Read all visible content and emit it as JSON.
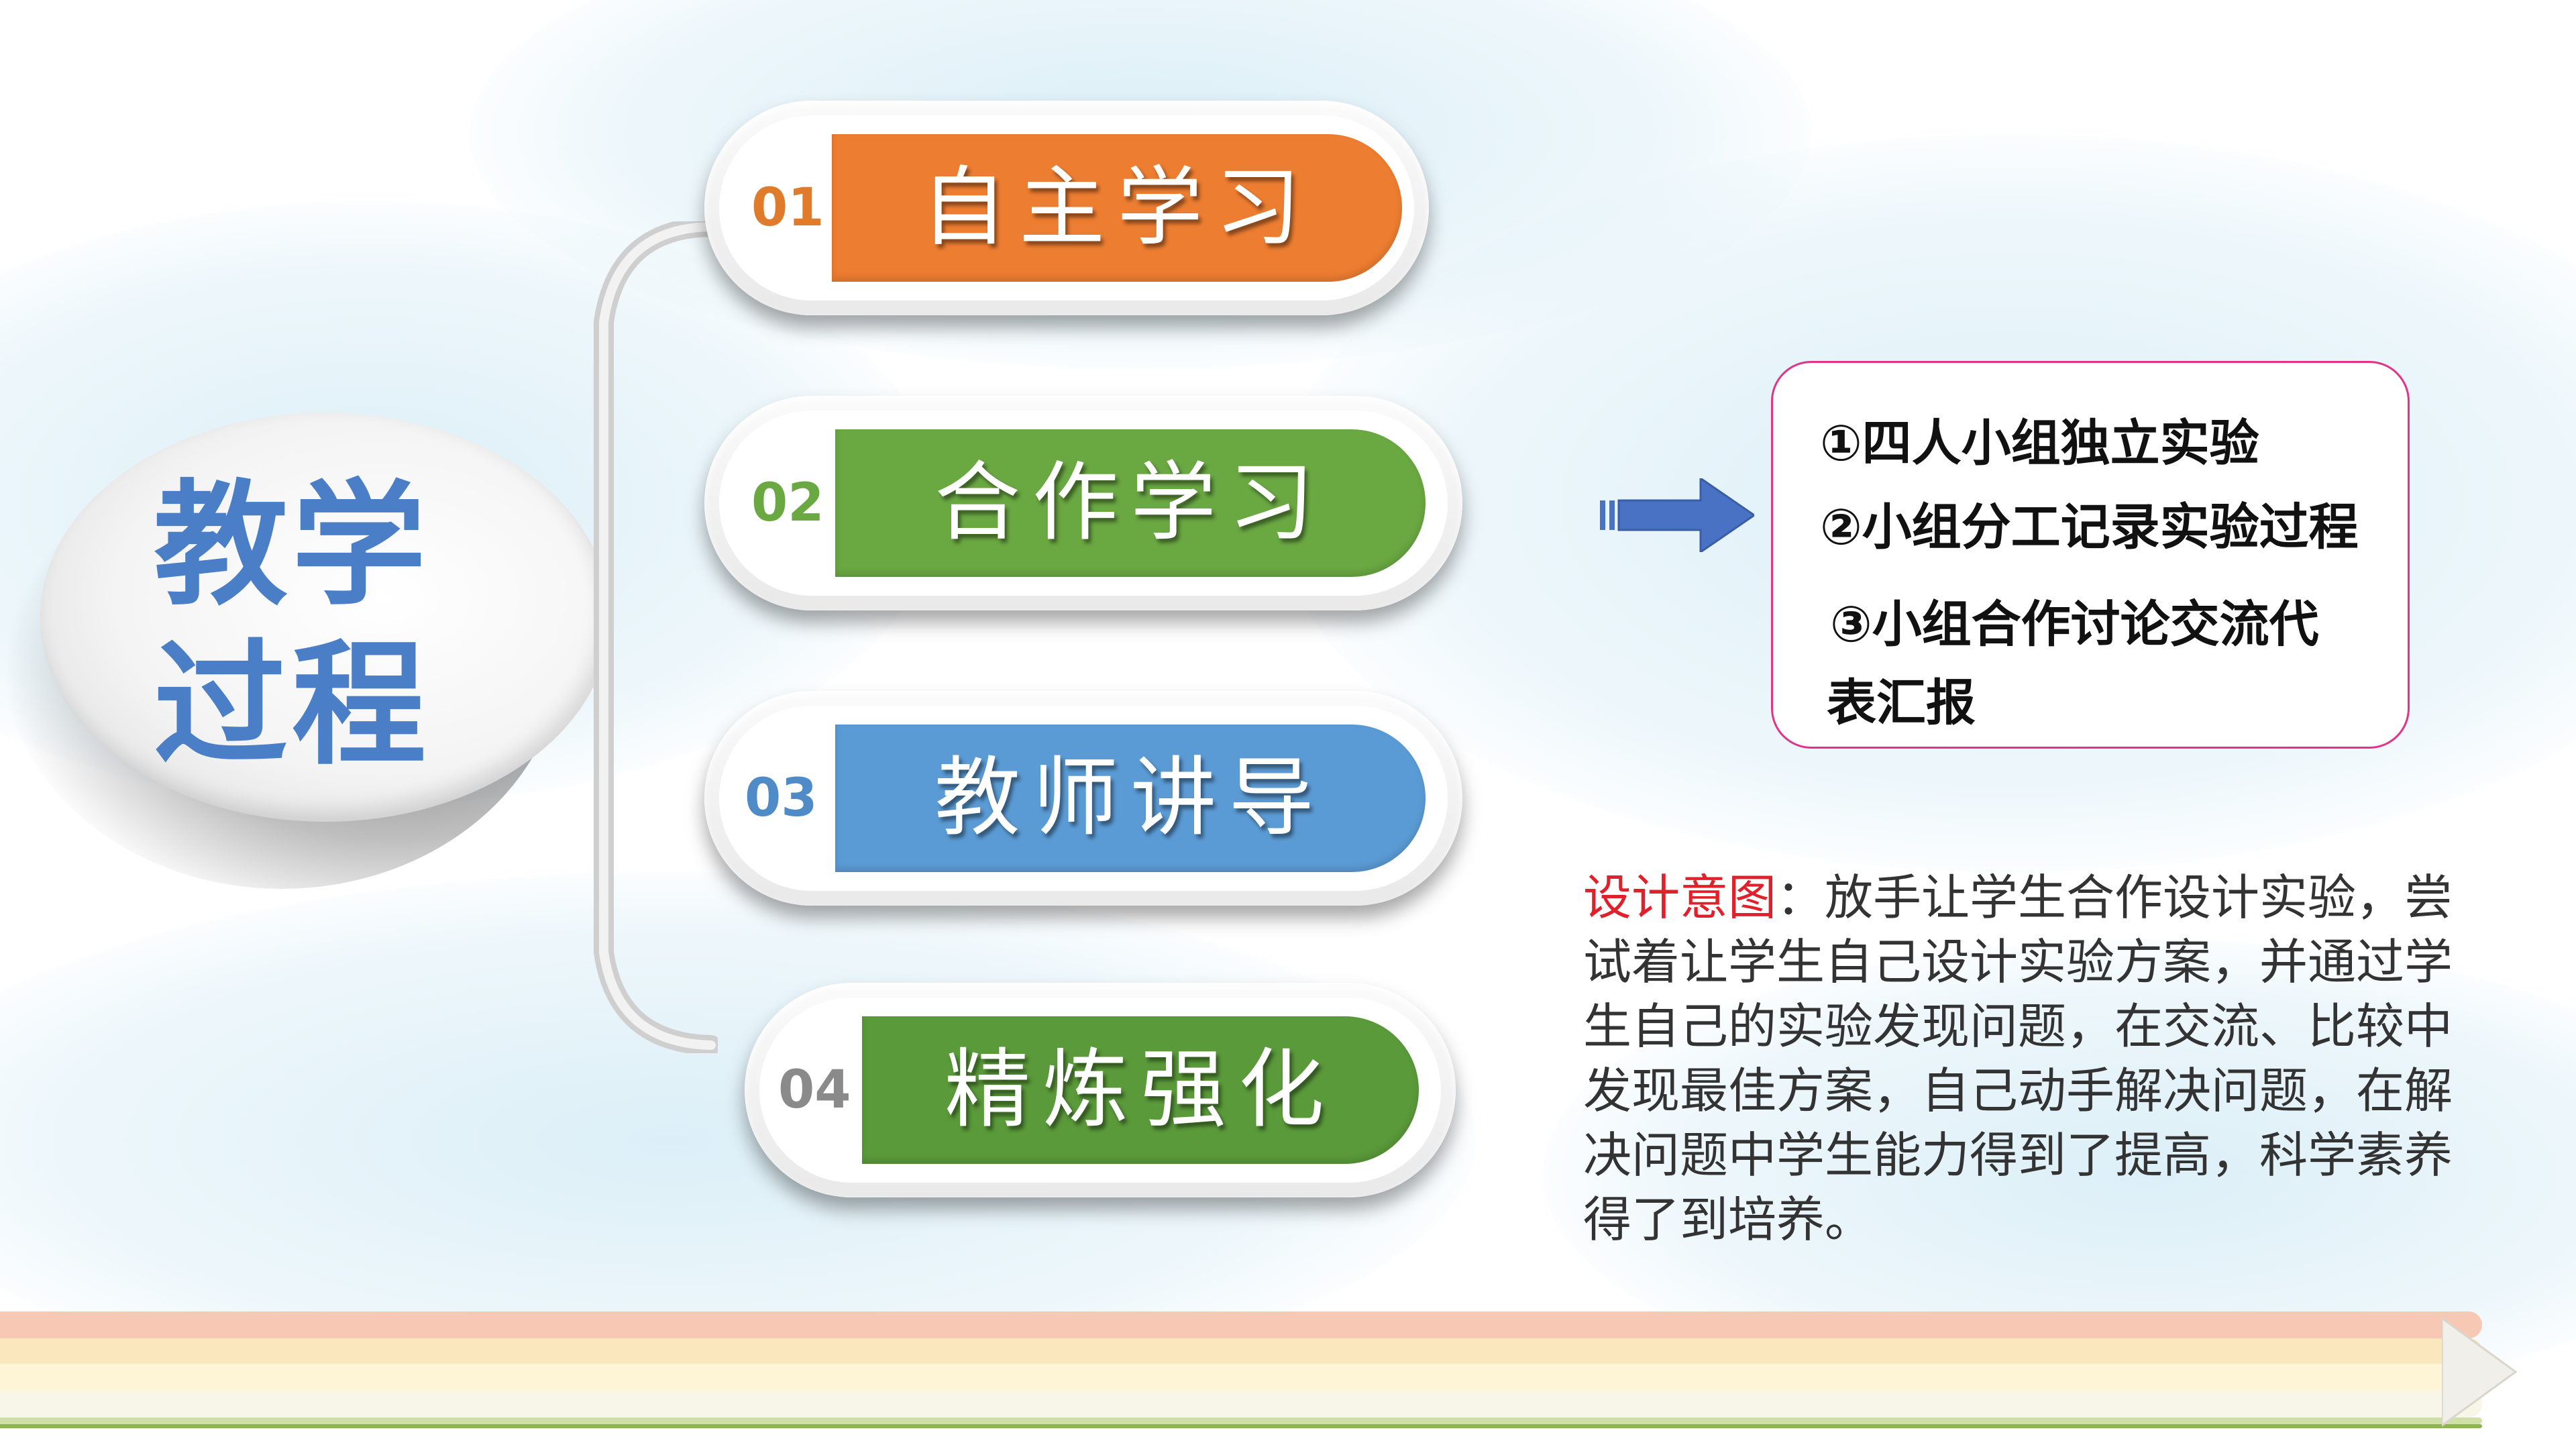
{
  "center": {
    "title_line1": "教学",
    "title_line2": "过程"
  },
  "steps": [
    {
      "num": "01",
      "label": "自主学习",
      "color": "#ed7d31"
    },
    {
      "num": "02",
      "label": "合作学习",
      "color": "#6aa842"
    },
    {
      "num": "03",
      "label": "教师讲导",
      "color": "#5b9bd5"
    },
    {
      "num": "04",
      "label": "精炼强化",
      "color": "#5a9a3a"
    }
  ],
  "detail": {
    "items": [
      "①四人小组独立实验",
      "②小组分工记录实验过程",
      "③小组合作讨论交流代",
      "表汇报"
    ],
    "border_color": "#e0338a"
  },
  "intent": {
    "label": "设计意图",
    "text": "：放手让学生合作设计实验，尝试着让学生自己设计实验方案，并通过学生自己的实验发现问题，在交流、比较中发现最佳方案，自己动手解决问题，在解决问题中学生能力得到了提高，科学素养得了到培养。"
  },
  "arrow": {
    "color": "#4a72c4",
    "icon": "right-arrow-icon"
  }
}
